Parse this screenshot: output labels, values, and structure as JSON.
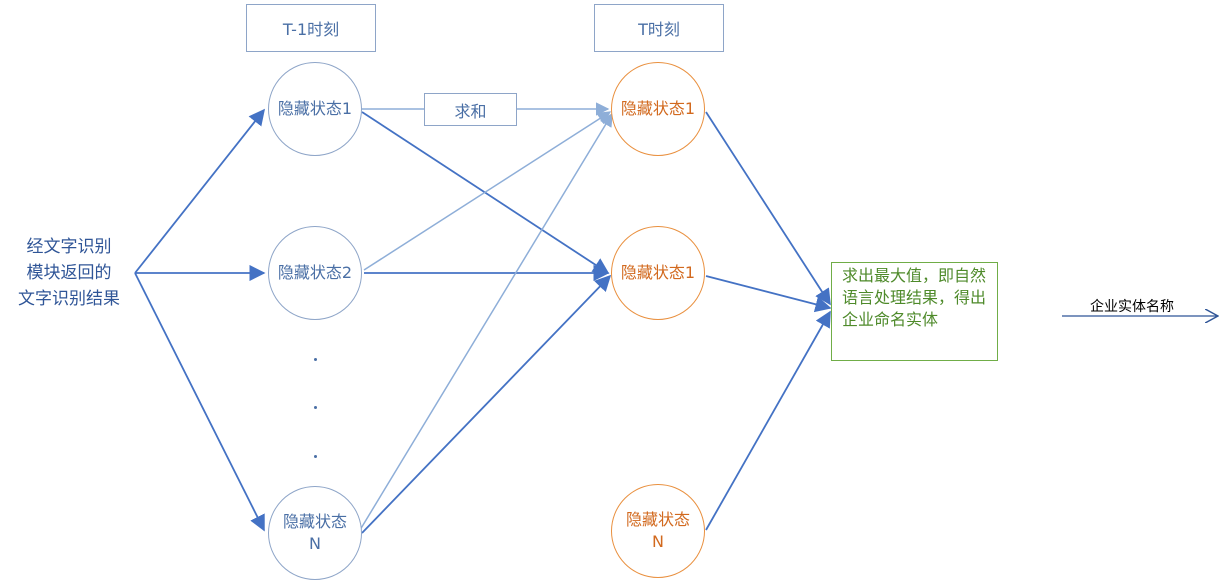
{
  "time_labels": {
    "prev": "T-1时刻",
    "curr": "T时刻"
  },
  "sum_label": "求和",
  "input_text": [
    "经文字识别",
    "模块返回的",
    "文字识别结果"
  ],
  "prev_nodes": [
    {
      "label": "隐藏状态1"
    },
    {
      "label": "隐藏状态2"
    },
    {
      "label": "隐藏状态N"
    }
  ],
  "curr_nodes": [
    {
      "label": "隐藏状态1"
    },
    {
      "label": "隐藏状态1"
    },
    {
      "label": "隐藏状态N"
    }
  ],
  "result_text": "求出最大值，即自然语言处理结果，得出企业命名实体",
  "output_label": "企业实体名称",
  "colors": {
    "edge_dark": "#4472c4",
    "edge_light": "#8eaed8",
    "prev_border": "#8ea5c8",
    "curr_border": "#e9903f",
    "result_border": "#70ad47"
  }
}
